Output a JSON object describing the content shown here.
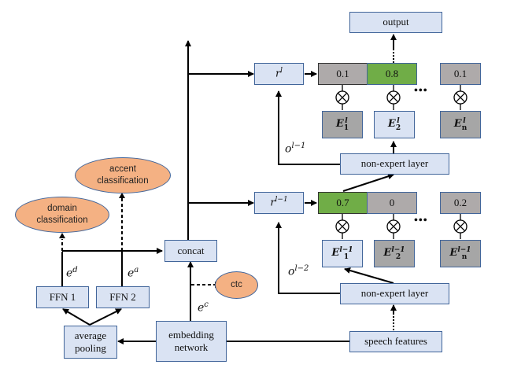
{
  "diagram": {
    "output": "output",
    "router_top": {
      "base": "r",
      "sup": "l"
    },
    "router_bottom": {
      "base": "r",
      "sup": "l−1"
    },
    "weights_top": [
      "0.1",
      "0.8",
      "0.1"
    ],
    "weights_bottom": [
      "0.7",
      "0",
      "0.2"
    ],
    "experts_top": [
      {
        "base": "E",
        "sub": "1",
        "sup": "l"
      },
      {
        "base": "E",
        "sub": "2",
        "sup": "l"
      },
      {
        "base": "E",
        "sub": "n",
        "sup": "l"
      }
    ],
    "experts_bottom": [
      {
        "base": "E",
        "sub": "1",
        "sup": "l−1"
      },
      {
        "base": "E",
        "sub": "2",
        "sup": "l−1"
      },
      {
        "base": "E",
        "sub": "n",
        "sup": "l−1"
      }
    ],
    "ellipsis": "•••",
    "non_expert_top": "non-expert layer",
    "non_expert_bottom": "non-expert layer",
    "label_o_top": {
      "base": "o",
      "sup": "l−1"
    },
    "label_o_bottom": {
      "base": "o",
      "sup": "l−2"
    },
    "speech_features": "speech features",
    "embedding_network": [
      "embedding",
      "network"
    ],
    "average_pooling": [
      "average",
      "pooling"
    ],
    "ffn1": "FFN 1",
    "ffn2": "FFN 2",
    "concat": "concat",
    "ctc": "ctc",
    "domain_classification": [
      "domain",
      "classification"
    ],
    "accent_classification": [
      "accent",
      "classification"
    ],
    "label_ed": {
      "base": "e",
      "sup": "d"
    },
    "label_ea": {
      "base": "e",
      "sup": "a"
    },
    "label_ec": {
      "base": "e",
      "sup": "c"
    },
    "colors": {
      "box_fill": "#dae3f3",
      "box_border": "#41659a",
      "gray_fill": "#aeaaaa",
      "green_fill": "#70ad47",
      "ellipse_fill": "#f4b183"
    }
  }
}
